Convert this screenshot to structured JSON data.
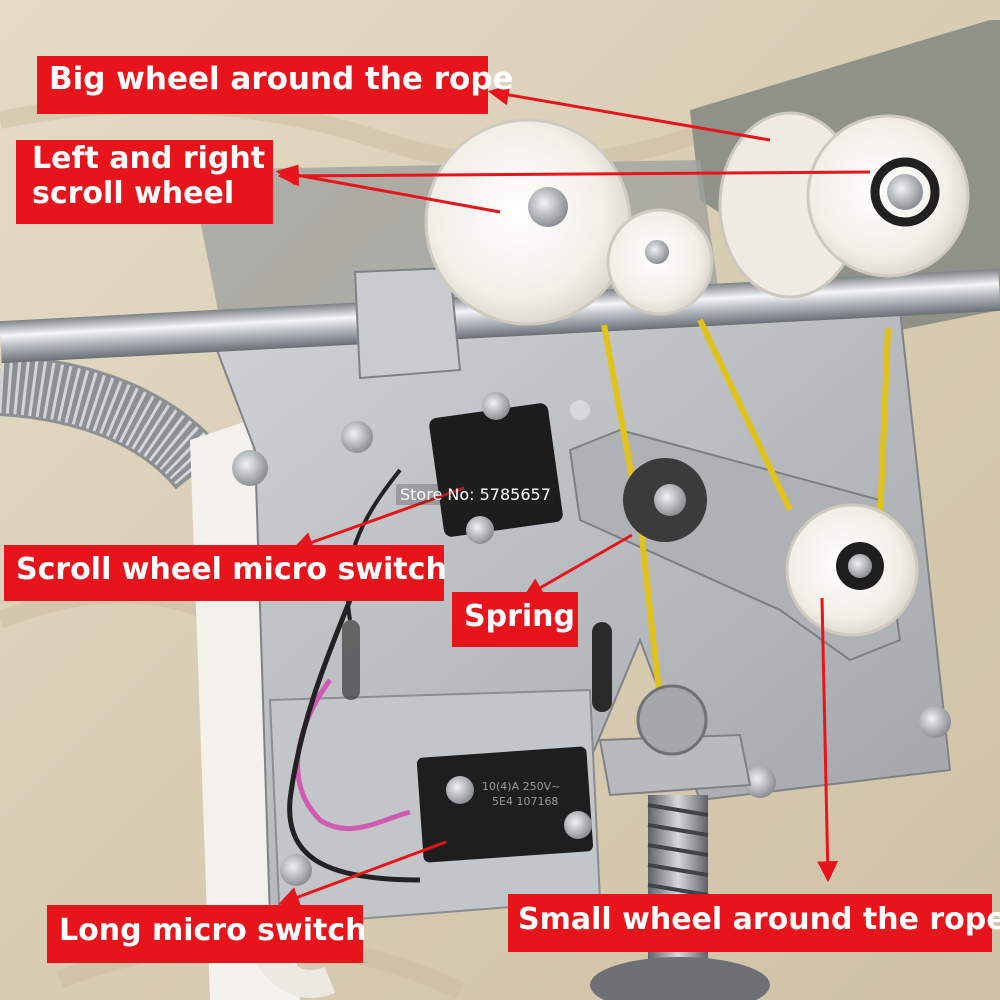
{
  "watermark": {
    "store_text": "Store No: 5785657"
  },
  "labels": {
    "big_wheel": "Big wheel around the rope",
    "scroll_wheel_line1": "Left and right",
    "scroll_wheel_line2": "scroll wheel",
    "scroll_switch": "Scroll wheel micro switch",
    "spring": "Spring",
    "long_switch": "Long micro switch",
    "small_wheel": "Small wheel around the rope"
  },
  "switch_marking": {
    "line1": "10(4)A 250V~",
    "line2": "5E4 107168"
  },
  "colors": {
    "label_bg": "#e8141b",
    "label_text": "#ffffff",
    "arrow": "#e8141b",
    "rope": "#e0c21a",
    "wheel": "#f4f1ea",
    "plate": "#b9bcbe"
  }
}
